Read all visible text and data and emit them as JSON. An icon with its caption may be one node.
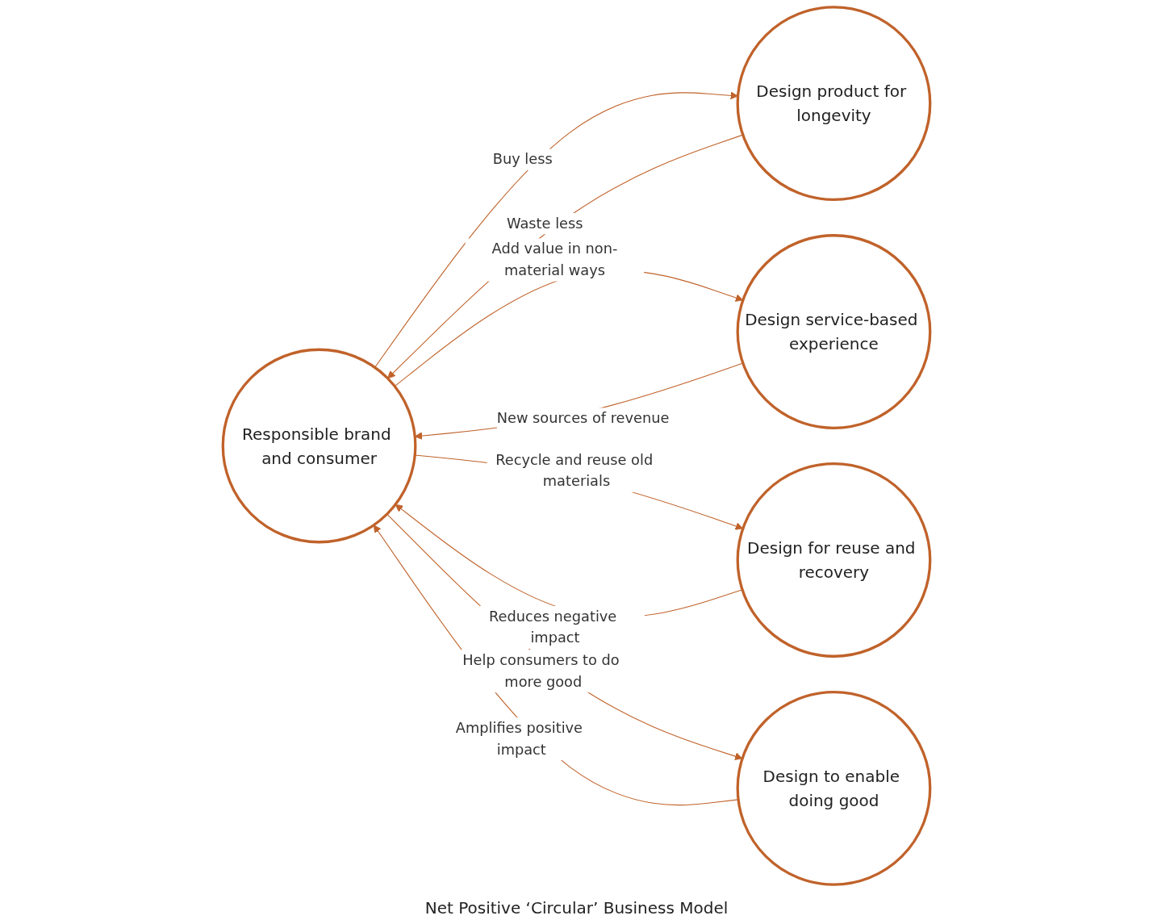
{
  "diagram": {
    "caption": "Net Positive ‘Circular’ Business Model",
    "nodes": [
      {
        "text": [
          "Responsible brand and consumer"
        ]
      },
      {
        "text": [
          "Design product for longevity"
        ]
      },
      {
        "text": [
          "Design service-based experience"
        ]
      },
      {
        "text": [
          "Design for reuse and recovery"
        ]
      },
      {
        "text": [
          "Design to enable doing good"
        ]
      }
    ],
    "edges": [
      {
        "from": 1,
        "to": 0,
        "arrow": "to",
        "label": "Waste less"
      },
      {
        "from": 2,
        "to": 0,
        "arrow": "to",
        "label": "New sources of revenue"
      },
      {
        "from": 3,
        "to": 0,
        "arrow": "to",
        "label": "Reduces negative impact"
      },
      {
        "from": 4,
        "to": 0,
        "arrow": "to",
        "label": "Amplifies positive impact"
      },
      {
        "from": 0,
        "to": 1,
        "arrow": "to",
        "label": "Buy less"
      },
      {
        "from": 0,
        "to": 2,
        "arrow": "to",
        "label": "Add value in non-material ways"
      },
      {
        "from": 0,
        "to": 3,
        "arrow": "to",
        "label": "Recycle and reuse old materials"
      },
      {
        "from": 0,
        "to": 4,
        "arrow": "to",
        "label": "Help consumers to do more good"
      }
    ]
  }
}
